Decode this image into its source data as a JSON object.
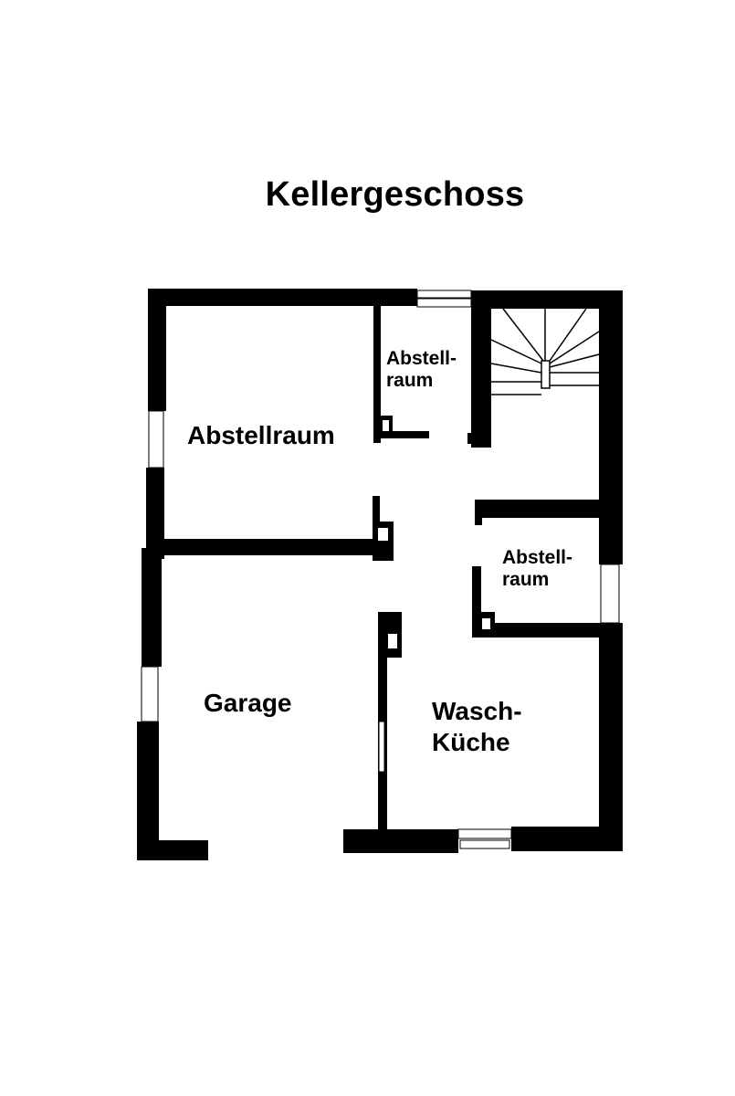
{
  "title": "Kellergeschoss",
  "rooms": [
    {
      "id": "abstellraum-large",
      "label": "Abstellraum"
    },
    {
      "id": "abstellraum-small-top",
      "line1": "Abstell-",
      "line2": "raum"
    },
    {
      "id": "abstellraum-small-right",
      "line1": "Abstell-",
      "line2": "raum"
    },
    {
      "id": "garage",
      "label": "Garage"
    },
    {
      "id": "waschkueche",
      "line1": "Wasch-",
      "line2": "Küche"
    }
  ],
  "colors": {
    "wall": "#000000",
    "background": "#ffffff"
  }
}
